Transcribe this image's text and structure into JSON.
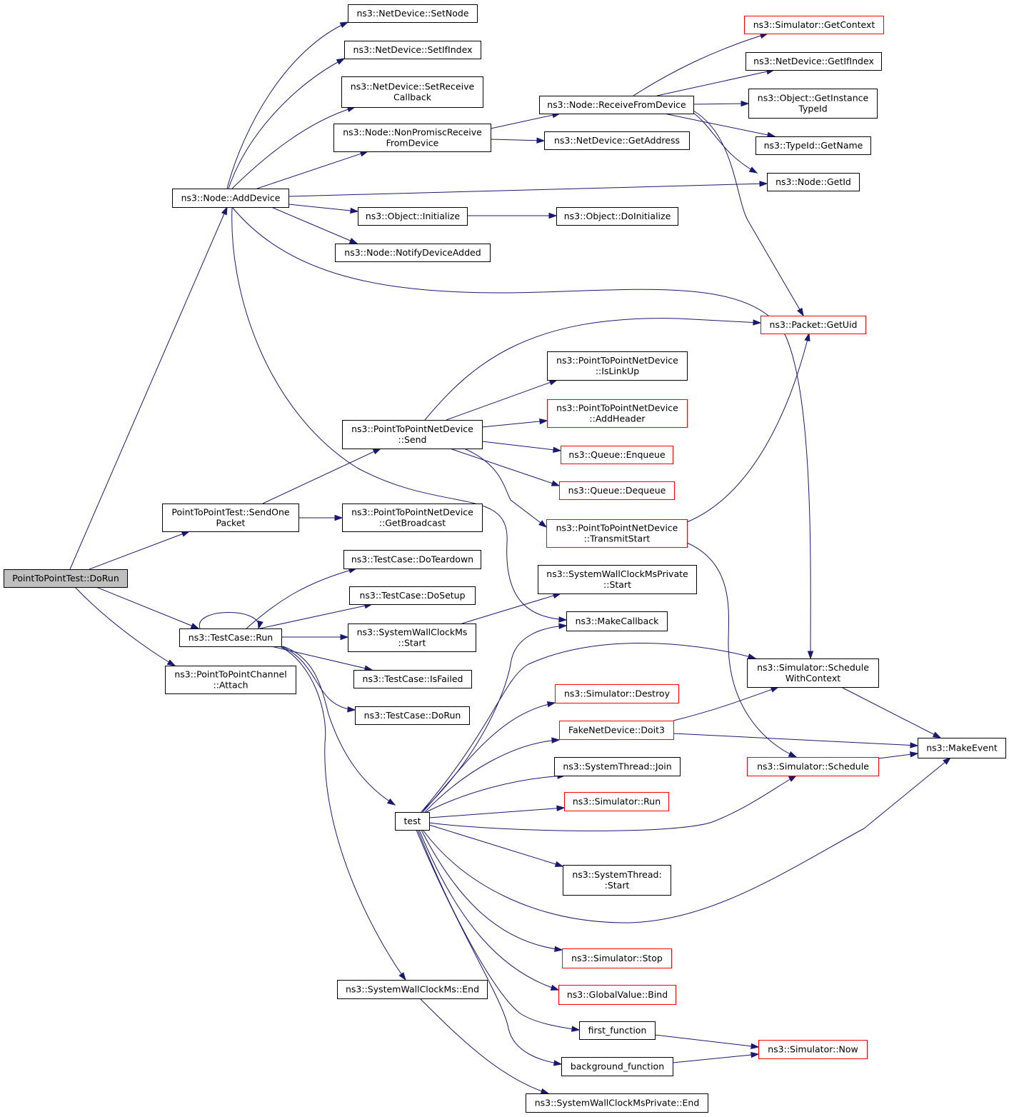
{
  "colors": {
    "edge": "#191970",
    "plain_border": "#000000",
    "red_border": "#ff0000",
    "root_fill": "#bfbfbf",
    "node_fill": "#ffffff"
  },
  "nodes": {
    "dorun": {
      "lines": [
        "PointToPointTest::DoRun"
      ],
      "style": "root"
    },
    "adddevice": {
      "lines": [
        "ns3::Node::AddDevice"
      ],
      "style": "plain"
    },
    "sendone": {
      "lines": [
        "PointToPointTest::SendOne",
        "Packet"
      ],
      "style": "plain"
    },
    "tcrun": {
      "lines": [
        "ns3::TestCase::Run"
      ],
      "style": "plain"
    },
    "attach": {
      "lines": [
        "ns3::PointToPointChannel",
        "::Attach"
      ],
      "style": "plain"
    },
    "setnode": {
      "lines": [
        "ns3::NetDevice::SetNode"
      ],
      "style": "plain"
    },
    "setifindex": {
      "lines": [
        "ns3::NetDevice::SetIfIndex"
      ],
      "style": "plain"
    },
    "setreceive": {
      "lines": [
        "ns3::NetDevice::SetReceive",
        "Callback"
      ],
      "style": "plain"
    },
    "nonpromisc": {
      "lines": [
        "ns3::Node::NonPromiscReceive",
        "FromDevice"
      ],
      "style": "plain"
    },
    "objinit": {
      "lines": [
        "ns3::Object::Initialize"
      ],
      "style": "plain"
    },
    "notifyadded": {
      "lines": [
        "ns3::Node::NotifyDeviceAdded"
      ],
      "style": "plain"
    },
    "recvfromdev": {
      "lines": [
        "ns3::Node::ReceiveFromDevice"
      ],
      "style": "plain"
    },
    "getaddress": {
      "lines": [
        "ns3::NetDevice::GetAddress"
      ],
      "style": "plain"
    },
    "objdoinit": {
      "lines": [
        "ns3::Object::DoInitialize"
      ],
      "style": "plain"
    },
    "getcontext": {
      "lines": [
        "ns3::Simulator::GetContext"
      ],
      "style": "red"
    },
    "getifindex": {
      "lines": [
        "ns3::NetDevice::GetIfIndex"
      ],
      "style": "plain"
    },
    "getinstance": {
      "lines": [
        "ns3::Object::GetInstance",
        "TypeId"
      ],
      "style": "plain"
    },
    "typeidname": {
      "lines": [
        "ns3::TypeId::GetName"
      ],
      "style": "plain"
    },
    "nodegetid": {
      "lines": [
        "ns3::Node::GetId"
      ],
      "style": "plain"
    },
    "packetuid": {
      "lines": [
        "ns3::Packet::GetUid"
      ],
      "style": "red"
    },
    "p2psend": {
      "lines": [
        "ns3::PointToPointNetDevice",
        "::Send"
      ],
      "style": "plain"
    },
    "islinkup": {
      "lines": [
        "ns3::PointToPointNetDevice",
        "::IsLinkUp"
      ],
      "style": "plain"
    },
    "addheader": {
      "lines": [
        "ns3::PointToPointNetDevice",
        "::AddHeader"
      ],
      "style": "red"
    },
    "enqueue": {
      "lines": [
        "ns3::Queue::Enqueue"
      ],
      "style": "red"
    },
    "dequeue": {
      "lines": [
        "ns3::Queue::Dequeue"
      ],
      "style": "red"
    },
    "transmitstart": {
      "lines": [
        "ns3::PointToPointNetDevice",
        "::TransmitStart"
      ],
      "style": "red"
    },
    "getbroadcast": {
      "lines": [
        "ns3::PointToPointNetDevice",
        "::GetBroadcast"
      ],
      "style": "plain"
    },
    "doteardown": {
      "lines": [
        "ns3::TestCase::DoTeardown"
      ],
      "style": "plain"
    },
    "dosetup": {
      "lines": [
        "ns3::TestCase::DoSetup"
      ],
      "style": "plain"
    },
    "swcstart": {
      "lines": [
        "ns3::SystemWallClockMs",
        "::Start"
      ],
      "style": "plain"
    },
    "isfailed": {
      "lines": [
        "ns3::TestCase::IsFailed"
      ],
      "style": "plain"
    },
    "tcdorun": {
      "lines": [
        "ns3::TestCase::DoRun"
      ],
      "style": "plain"
    },
    "swcpstart": {
      "lines": [
        "ns3::SystemWallClockMsPrivate",
        "::Start"
      ],
      "style": "plain"
    },
    "makecallback": {
      "lines": [
        "ns3::MakeCallback"
      ],
      "style": "plain"
    },
    "schedwithctx": {
      "lines": [
        "ns3::Simulator::Schedule",
        "WithContext"
      ],
      "style": "plain"
    },
    "simdestroy": {
      "lines": [
        "ns3::Simulator::Destroy"
      ],
      "style": "red"
    },
    "doit3": {
      "lines": [
        "FakeNetDevice::Doit3"
      ],
      "style": "red"
    },
    "makeevent": {
      "lines": [
        "ns3::MakeEvent"
      ],
      "style": "plain"
    },
    "simschedule": {
      "lines": [
        "ns3::Simulator::Schedule"
      ],
      "style": "red"
    },
    "threadjoin": {
      "lines": [
        "ns3::SystemThread::Join"
      ],
      "style": "plain"
    },
    "simrun": {
      "lines": [
        "ns3::Simulator::Run"
      ],
      "style": "red"
    },
    "test": {
      "lines": [
        "test"
      ],
      "style": "plain"
    },
    "threadstart": {
      "lines": [
        "ns3::SystemThread:",
        ":Start"
      ],
      "style": "plain"
    },
    "simstop": {
      "lines": [
        "ns3::Simulator::Stop"
      ],
      "style": "red"
    },
    "globalbind": {
      "lines": [
        "ns3::GlobalValue::Bind"
      ],
      "style": "red"
    },
    "swcend": {
      "lines": [
        "ns3::SystemWallClockMs::End"
      ],
      "style": "plain"
    },
    "firstfunc": {
      "lines": [
        "first_function"
      ],
      "style": "plain"
    },
    "bgfunc": {
      "lines": [
        "background_function"
      ],
      "style": "plain"
    },
    "simnow": {
      "lines": [
        "ns3::Simulator::Now"
      ],
      "style": "red"
    },
    "swcpend": {
      "lines": [
        "ns3::SystemWallClockMsPrivate::End"
      ],
      "style": "plain"
    }
  },
  "edges": [
    [
      "dorun",
      "adddevice"
    ],
    [
      "dorun",
      "sendone"
    ],
    [
      "dorun",
      "tcrun"
    ],
    [
      "dorun",
      "attach"
    ],
    [
      "adddevice",
      "setnode"
    ],
    [
      "adddevice",
      "setifindex"
    ],
    [
      "adddevice",
      "setreceive"
    ],
    [
      "adddevice",
      "nonpromisc"
    ],
    [
      "adddevice",
      "nodegetid"
    ],
    [
      "adddevice",
      "objinit"
    ],
    [
      "adddevice",
      "notifyadded"
    ],
    [
      "adddevice",
      "schedwithctx"
    ],
    [
      "adddevice",
      "makecallback"
    ],
    [
      "nonpromisc",
      "recvfromdev"
    ],
    [
      "nonpromisc",
      "getaddress"
    ],
    [
      "recvfromdev",
      "getcontext"
    ],
    [
      "recvfromdev",
      "getifindex"
    ],
    [
      "recvfromdev",
      "getinstance"
    ],
    [
      "recvfromdev",
      "typeidname"
    ],
    [
      "recvfromdev",
      "nodegetid"
    ],
    [
      "recvfromdev",
      "packetuid"
    ],
    [
      "objinit",
      "objdoinit"
    ],
    [
      "sendone",
      "p2psend"
    ],
    [
      "sendone",
      "getbroadcast"
    ],
    [
      "p2psend",
      "packetuid"
    ],
    [
      "p2psend",
      "islinkup"
    ],
    [
      "p2psend",
      "addheader"
    ],
    [
      "p2psend",
      "enqueue"
    ],
    [
      "p2psend",
      "dequeue"
    ],
    [
      "p2psend",
      "transmitstart"
    ],
    [
      "transmitstart",
      "packetuid"
    ],
    [
      "transmitstart",
      "simschedule"
    ],
    [
      "tcrun",
      "tcrun"
    ],
    [
      "tcrun",
      "doteardown"
    ],
    [
      "tcrun",
      "dosetup"
    ],
    [
      "tcrun",
      "swcstart"
    ],
    [
      "tcrun",
      "isfailed"
    ],
    [
      "tcrun",
      "tcdorun"
    ],
    [
      "tcrun",
      "test"
    ],
    [
      "tcrun",
      "swcend"
    ],
    [
      "swcstart",
      "swcpstart"
    ],
    [
      "swcend",
      "swcpend"
    ],
    [
      "test",
      "makecallback"
    ],
    [
      "test",
      "schedwithctx"
    ],
    [
      "test",
      "simdestroy"
    ],
    [
      "test",
      "doit3"
    ],
    [
      "test",
      "threadjoin"
    ],
    [
      "test",
      "simrun"
    ],
    [
      "test",
      "simschedule"
    ],
    [
      "test",
      "threadstart"
    ],
    [
      "test",
      "makeevent"
    ],
    [
      "test",
      "simstop"
    ],
    [
      "test",
      "globalbind"
    ],
    [
      "test",
      "firstfunc"
    ],
    [
      "test",
      "bgfunc"
    ],
    [
      "doit3",
      "schedwithctx"
    ],
    [
      "doit3",
      "makeevent"
    ],
    [
      "schedwithctx",
      "makeevent"
    ],
    [
      "simschedule",
      "makeevent"
    ],
    [
      "firstfunc",
      "simnow"
    ],
    [
      "bgfunc",
      "simnow"
    ]
  ]
}
